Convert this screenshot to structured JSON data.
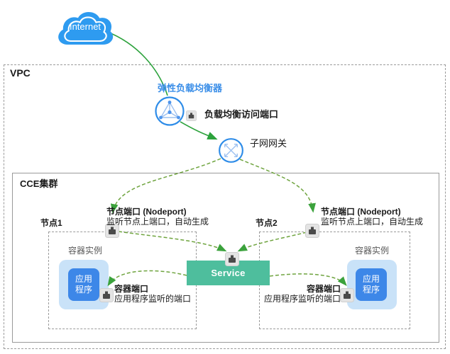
{
  "internet": {
    "label": "Internet"
  },
  "vpc": {
    "label": "VPC"
  },
  "elb": {
    "label": "弹性负载均衡器",
    "port_label": "负载均衡访问端口"
  },
  "gateway": {
    "label": "子网网关"
  },
  "cce": {
    "label": "CCE集群"
  },
  "service": {
    "label": "Service"
  },
  "nodes": [
    {
      "label": "节点1",
      "nodeport_title": "节点端口 (Nodeport)",
      "nodeport_desc": "监听节点上端口，自动生成",
      "container_label": "容器实例",
      "app_label": "应用\n程序",
      "port_title": "容器端口",
      "port_desc": "应用程序监听的端口"
    },
    {
      "label": "节点2",
      "nodeport_title": "节点端口 (Nodeport)",
      "nodeport_desc": "监听节点上端口，自动生成",
      "container_label": "容器实例",
      "app_label": "应用\n程序",
      "port_title": "容器端口",
      "port_desc": "应用程序监听的端口"
    }
  ],
  "colors": {
    "icon_blue": "#2E8CE8",
    "cloud_blue": "#2E9BF0",
    "app_blue": "#3D87E8",
    "container_blue": "#C9E2F8",
    "service_green": "#4EBE9D",
    "solid_arrow_green": "#2CA23C",
    "dashed_arrow_green": "#6FA43F"
  }
}
